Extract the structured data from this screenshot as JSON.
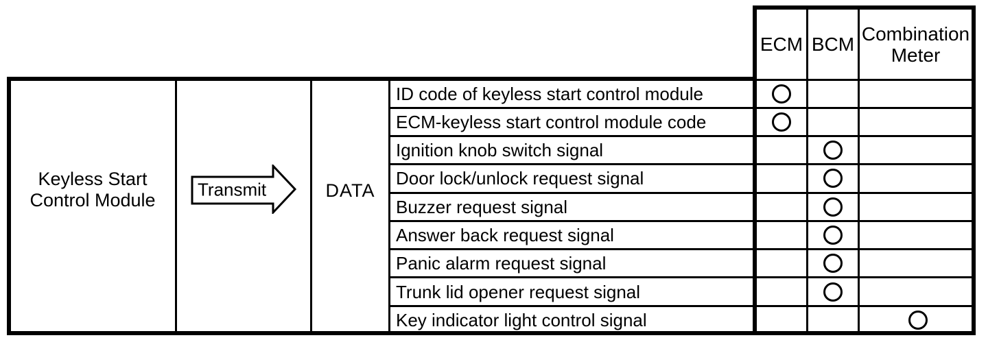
{
  "diagram": {
    "source_label": "Keyless Start Control Module",
    "action_label": "Transmit",
    "payload_label": "DATA",
    "columns": [
      "ECM",
      "BCM",
      "Combination Meter"
    ],
    "mark_icon": "circle-outline",
    "signals": [
      {
        "label": "ID code of keyless start control module",
        "target": "ECM"
      },
      {
        "label": "ECM-keyless start control module code",
        "target": "ECM"
      },
      {
        "label": "Ignition knob switch signal",
        "target": "BCM"
      },
      {
        "label": "Door lock/unlock request signal",
        "target": "BCM"
      },
      {
        "label": "Buzzer request signal",
        "target": "BCM"
      },
      {
        "label": "Answer back request signal",
        "target": "BCM"
      },
      {
        "label": "Panic alarm request signal",
        "target": "BCM"
      },
      {
        "label": "Trunk lid opener request signal",
        "target": "BCM"
      },
      {
        "label": "Key indicator light control signal",
        "target": "Combination Meter"
      }
    ],
    "colors": {
      "line": "#000000",
      "background": "#ffffff"
    }
  }
}
